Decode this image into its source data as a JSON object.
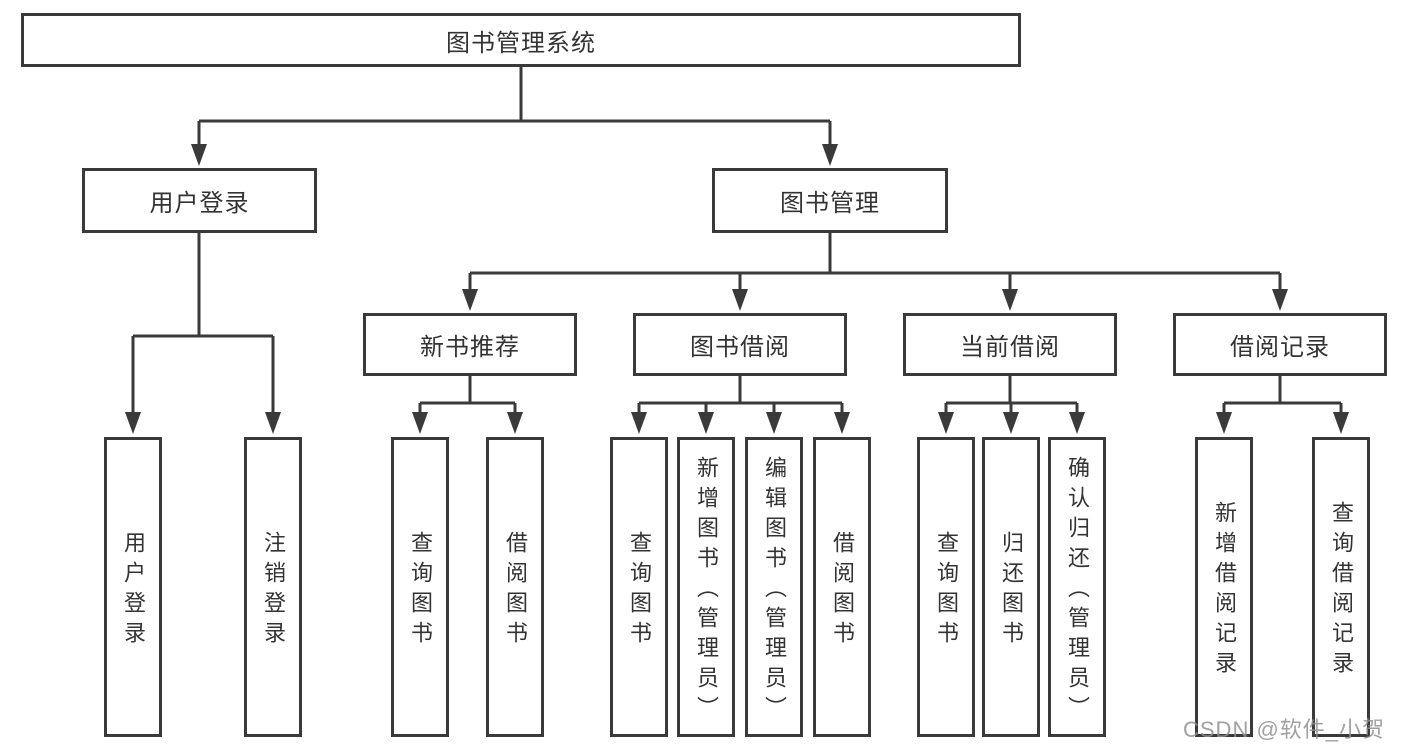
{
  "diagram_title": "图书管理系统",
  "watermark": "CSDN @软件_小贺同学",
  "colors": {
    "line": "#3a3a3a",
    "border": "#3a3a3a",
    "text": "#333333",
    "background": "#ffffff",
    "watermark": "#919191"
  },
  "tree": {
    "root": {
      "label": "图书管理系统"
    },
    "level1": [
      {
        "id": "user-login",
        "label": "用户登录",
        "parent": "图书管理系统"
      },
      {
        "id": "book-management",
        "label": "图书管理",
        "parent": "图书管理系统"
      }
    ],
    "level2": [
      {
        "id": "new-book-recommend",
        "label": "新书推荐",
        "parent": "图书管理"
      },
      {
        "id": "book-borrowing",
        "label": "图书借阅",
        "parent": "图书管理"
      },
      {
        "id": "current-borrowing",
        "label": "当前借阅",
        "parent": "图书管理"
      },
      {
        "id": "borrowing-records",
        "label": "借阅记录",
        "parent": "图书管理"
      }
    ],
    "leaves": [
      {
        "label": "用户登录",
        "parent": "用户登录"
      },
      {
        "label": "注销登录",
        "parent": "用户登录"
      },
      {
        "label": "查询图书",
        "parent": "新书推荐"
      },
      {
        "label": "借阅图书",
        "parent": "新书推荐"
      },
      {
        "label": "查询图书",
        "parent": "图书借阅"
      },
      {
        "label": "新增图书（管理员）",
        "parent": "图书借阅"
      },
      {
        "label": "编辑图书（管理员）",
        "parent": "图书借阅"
      },
      {
        "label": "借阅图书",
        "parent": "图书借阅"
      },
      {
        "label": "查询图书",
        "parent": "当前借阅"
      },
      {
        "label": "归还图书",
        "parent": "当前借阅"
      },
      {
        "label": "确认归还（管理员）",
        "parent": "当前借阅"
      },
      {
        "label": "新增借阅记录",
        "parent": "借阅记录"
      },
      {
        "label": "查询借阅记录",
        "parent": "借阅记录"
      }
    ]
  }
}
